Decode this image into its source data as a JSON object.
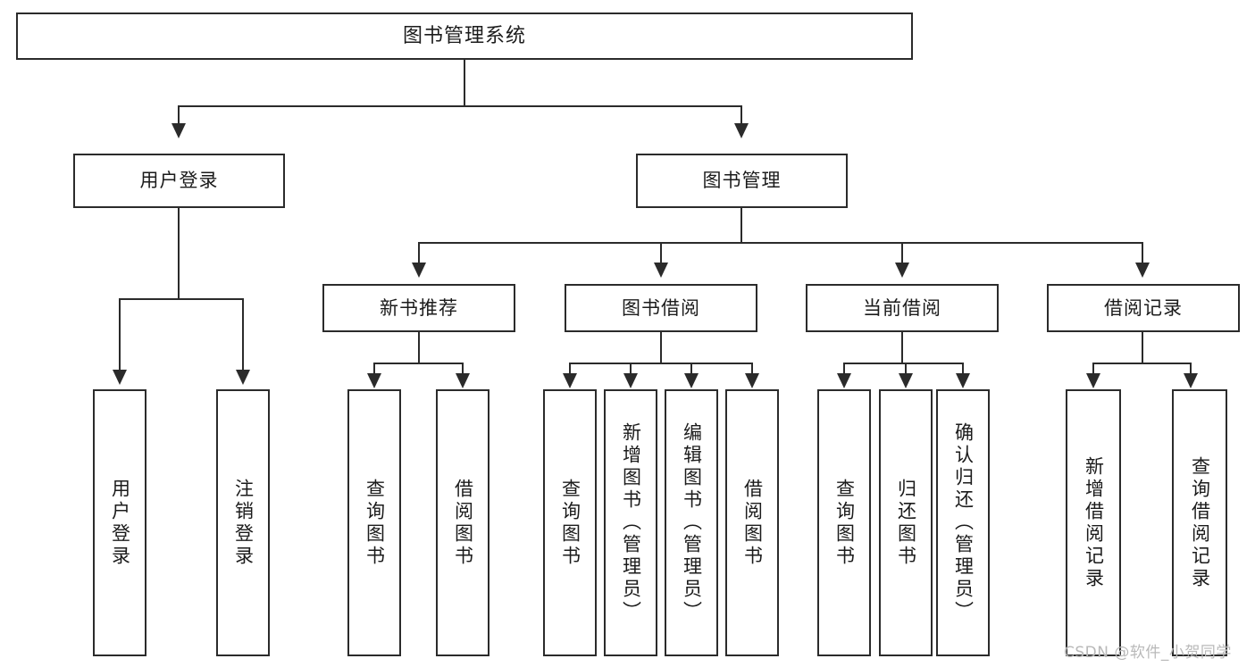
{
  "diagram": {
    "title": "图书管理系统",
    "type": "tree",
    "colors": {
      "box_border": "#2b2b2b",
      "box_fill": "#ffffff",
      "line": "#2b2b2b",
      "text": "#1b1b1b",
      "watermark": "#b9b9b9",
      "background": "#ffffff"
    }
  },
  "root": {
    "label": "图书管理系统"
  },
  "level2": [
    {
      "label": "用户登录"
    },
    {
      "label": "图书管理"
    }
  ],
  "level3": [
    {
      "label": "新书推荐"
    },
    {
      "label": "图书借阅"
    },
    {
      "label": "当前借阅"
    },
    {
      "label": "借阅记录"
    }
  ],
  "leaves": {
    "user_login": [
      {
        "label": "用户登录"
      },
      {
        "label": "注销登录"
      }
    ],
    "new_book_recommend": [
      {
        "label": "查询图书"
      },
      {
        "label": "借阅图书"
      }
    ],
    "book_borrow": [
      {
        "label": "查询图书"
      },
      {
        "label": "新增图书（管理员）"
      },
      {
        "label": "编辑图书（管理员）"
      },
      {
        "label": "借阅图书"
      }
    ],
    "current_borrow": [
      {
        "label": "查询图书"
      },
      {
        "label": "归还图书"
      },
      {
        "label": "确认归还（管理员）"
      }
    ],
    "borrow_record": [
      {
        "label": "新增借阅记录"
      },
      {
        "label": "查询借阅记录"
      }
    ]
  },
  "watermark": {
    "text": "CSDN @软件_小贺同学"
  }
}
